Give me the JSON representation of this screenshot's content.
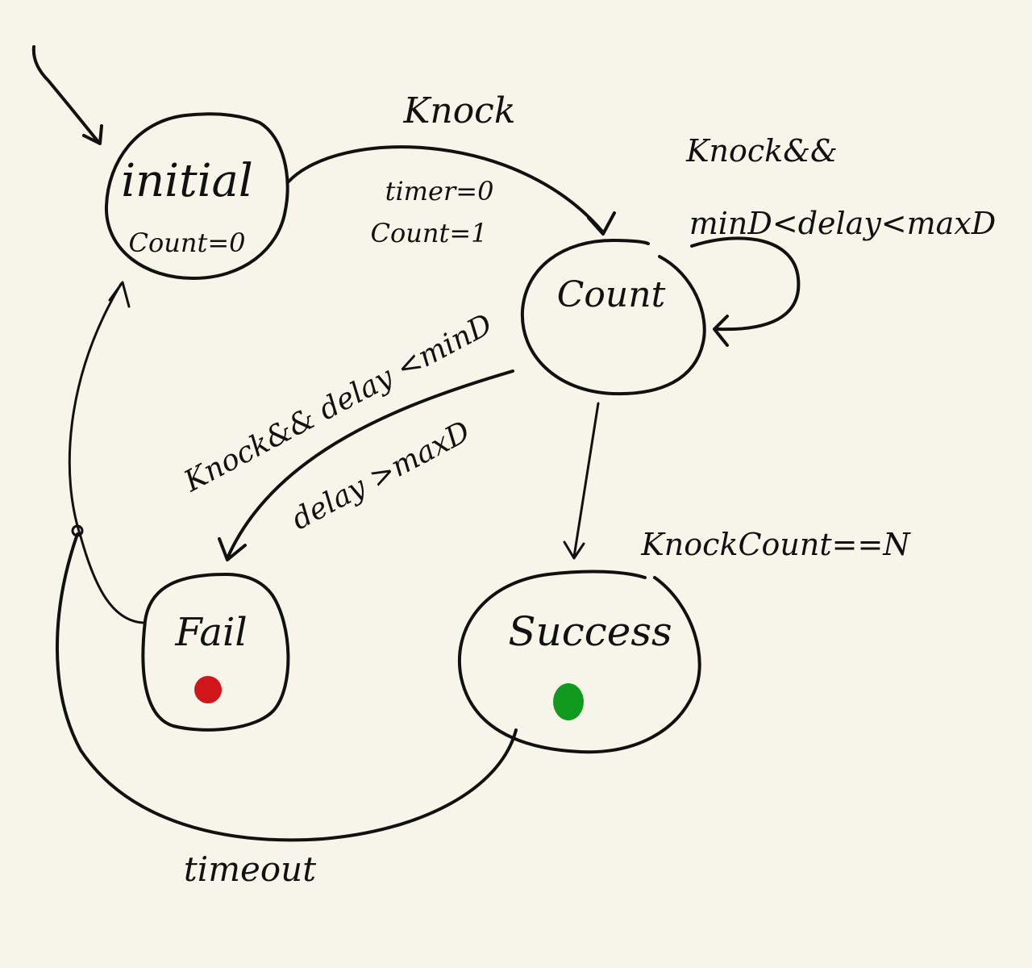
{
  "states": {
    "initial": {
      "name": "initial",
      "action": "Count=0"
    },
    "count": {
      "name": "Count"
    },
    "fail": {
      "name": "Fail",
      "indicator_color": "#d0161a"
    },
    "success": {
      "name": "Success",
      "indicator_color": "#119a1e"
    }
  },
  "transitions": {
    "initial_to_count": {
      "event": "Knock",
      "action_1": "timer=0",
      "action_2": "Count=1"
    },
    "count_self": {
      "guard_1": "Knock&&",
      "guard_2": "minD<delay<maxD"
    },
    "count_to_fail": {
      "guard_1": "Knock&& delay <minD",
      "guard_2": "delay >maxD"
    },
    "count_to_success": {
      "guard": "KnockCount==N"
    },
    "success_to_initial": {
      "event": "timeout"
    }
  }
}
